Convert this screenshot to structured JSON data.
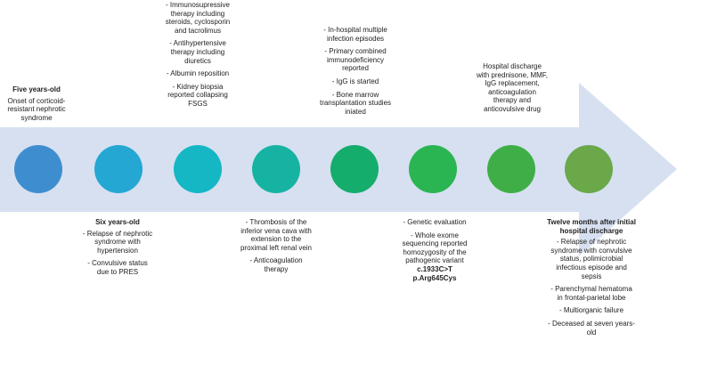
{
  "colors": {
    "arrow": "#d6e0f1",
    "circles": [
      "#3e8ecf",
      "#24a7d3",
      "#15b7c4",
      "#17b3a2",
      "#15ad6c",
      "#2ab552",
      "#3fae46",
      "#6aa84a"
    ]
  },
  "events": [
    {
      "id": "e1",
      "lines": [
        {
          "text": "Five years-old",
          "bold": true
        },
        {
          "text": "Onset of corticoid-resistant nephrotic syndrome"
        }
      ]
    },
    {
      "id": "e2",
      "lines": [
        {
          "text": "Six years-old",
          "bold": true
        },
        {
          "text": "- Relapse of nephrotic syndrome with hypertension"
        },
        {
          "text": "- Convulsive status due to PRES"
        }
      ]
    },
    {
      "id": "e3",
      "lines": [
        {
          "text": "- Immunosupressive therapy including steroids, cyclosporin and tacrolimus"
        },
        {
          "text": "- Antihypertensive therapy including diuretics"
        },
        {
          "text": "- Albumin reposition"
        },
        {
          "text": "- Kidney biopsia reported collapsing FSGS"
        }
      ]
    },
    {
      "id": "e4",
      "lines": [
        {
          "text": "- Thrombosis of the inferior vena cava with extension to the proximal left renal vein"
        },
        {
          "text": "- Anticoagulation therapy"
        }
      ]
    },
    {
      "id": "e5",
      "lines": [
        {
          "text": "- In-hospital multiple infection episodes"
        },
        {
          "text": "- Primary combined immunodeficiency reported"
        },
        {
          "text": "- IgG is started"
        },
        {
          "text": "- Bone marrow transplantation studies iniated"
        }
      ]
    },
    {
      "id": "e6",
      "lines": [
        {
          "text": "- Genetic evaluation"
        },
        {
          "text": "- Whole exome sequencing reported homozygosity of the pathogenic variant",
          "suffix": "c.1933C>T p.Arg645Cys"
        }
      ]
    },
    {
      "id": "e7",
      "lines": [
        {
          "text": "Hospital discharge with prednisone, MMF, IgG replacement, anticoagulation therapy and anticovulsive drug"
        }
      ]
    },
    {
      "id": "e8",
      "lines": [
        {
          "text": "Twelve months after initial hospital discharge",
          "bold": true
        },
        {
          "text": "- Relapse of nephrotic syndrome with convulsive status, polimicrobial infectious episode and sepsis"
        },
        {
          "text": "- Parenchymal hematoma in frontal-parietal lobe"
        },
        {
          "text": "- Multiorganic failure"
        },
        {
          "text": "- Deceased at seven years-old"
        }
      ]
    }
  ]
}
